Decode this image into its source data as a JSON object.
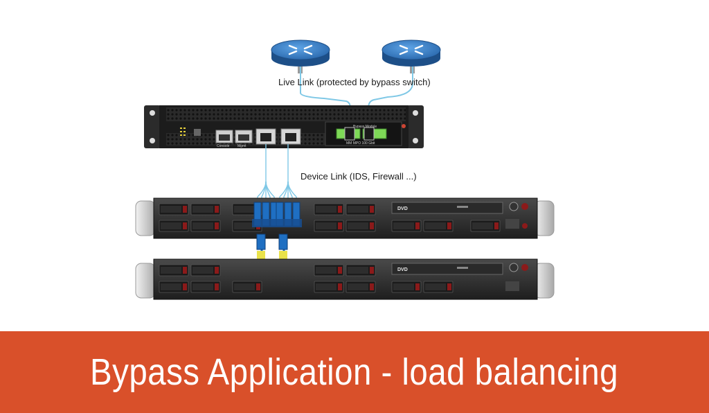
{
  "labels": {
    "live_link": "Live Link (protected by bypass switch)",
    "device_link": "Device Link (IDS, Firewall ...)"
  },
  "banner": {
    "title": "Bypass Application - load balancing"
  },
  "bypass_unit": {
    "ports": [
      "Console",
      "Mgmt"
    ],
    "module_title": "Bypass Module",
    "module_caption": "MM MPO 100 Gbit"
  },
  "servers": {
    "drive_label": "DVD"
  },
  "colors": {
    "banner": "#d9502a",
    "router": "#2f6fb8",
    "fiber": "#7fc8e6",
    "connector": "#1f6fc2",
    "module_green": "#7ed957",
    "chassis": "#1c1c1c"
  },
  "icons": [
    "router-icon",
    "bypass-switch",
    "rack-server",
    "fiber-connector"
  ]
}
